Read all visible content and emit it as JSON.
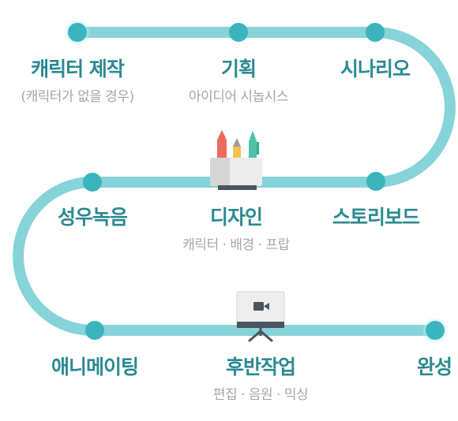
{
  "colors": {
    "path": "#86d3da",
    "node": "#3cb4bd",
    "node_glow": "#b9f0f2",
    "title": "#2b8a91",
    "subtitle": "#a6a6a6"
  },
  "steps": [
    {
      "title": "캐릭터 제작",
      "sub": "(캐릭터가 없을 경우)"
    },
    {
      "title": "기획",
      "sub": "아이디어 시놉시스"
    },
    {
      "title": "시나리오",
      "sub": ""
    },
    {
      "title": "스토리보드",
      "sub": ""
    },
    {
      "title": "디자인",
      "sub": "캐릭터 · 배경 · 프랍"
    },
    {
      "title": "성우녹음",
      "sub": ""
    },
    {
      "title": "애니메이팅",
      "sub": ""
    },
    {
      "title": "후반작업",
      "sub": "편집 · 음원 · 믹싱"
    },
    {
      "title": "완성",
      "sub": ""
    }
  ],
  "icons": {
    "design": "pencil-cup-icon",
    "post": "monitor-camera-icon"
  }
}
